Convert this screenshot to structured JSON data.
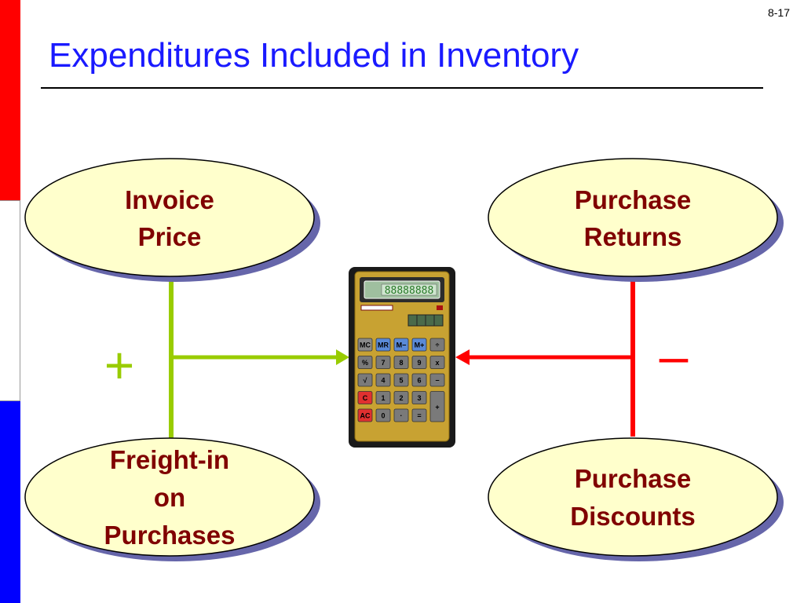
{
  "slide": {
    "number": "8-17",
    "title": "Expenditures Included in Inventory"
  },
  "diagram": {
    "ovals": [
      {
        "id": "invoice-price",
        "lines": [
          "Invoice",
          "Price"
        ]
      },
      {
        "id": "purchase-returns",
        "lines": [
          "Purchase",
          "Returns"
        ]
      },
      {
        "id": "freight-in",
        "lines": [
          "Freight-in",
          "on",
          "Purchases"
        ]
      },
      {
        "id": "purchase-discounts",
        "lines": [
          "Purchase",
          "Discounts"
        ]
      }
    ],
    "plus_sign": "+",
    "minus_sign": "–",
    "colors": {
      "add": "#99cc00",
      "subtract": "#ff0000",
      "oval_fill": "#ffffcc",
      "oval_shadow": "#6666aa",
      "label": "#800000",
      "title": "#1a1aff"
    }
  },
  "calculator": {
    "display": "88888888",
    "rows": [
      [
        "MC",
        "MR",
        "M−",
        "M+",
        "÷"
      ],
      [
        "%",
        "7",
        "8",
        "9",
        "x"
      ],
      [
        "√",
        "4",
        "5",
        "6",
        "−"
      ],
      [
        "C",
        "1",
        "2",
        "3",
        "+"
      ],
      [
        "AC",
        "0",
        "·",
        "="
      ]
    ]
  }
}
